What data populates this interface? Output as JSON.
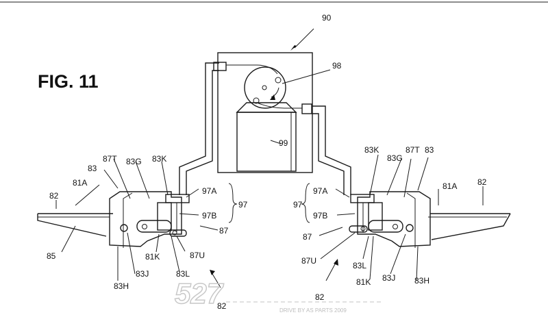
{
  "figure_title": "FIG. 11",
  "labels": {
    "l90": "90",
    "l98": "98",
    "l99": "99",
    "l83_left": "83",
    "l87T_left": "87T",
    "l83G_left": "83G",
    "l83K_left": "83K",
    "l81A_left": "81A",
    "l82_left": "82",
    "l85": "85",
    "l97A_left": "97A",
    "l97B_left": "97B",
    "l97_left": "97",
    "l87_left": "87",
    "l87U_left": "87U",
    "l81K_left": "81K",
    "l83J_left": "83J",
    "l83L_left": "83L",
    "l83H_left": "83H",
    "l82_bottom_left": "82",
    "l83K_right": "83K",
    "l83G_right": "83G",
    "l87T_right": "87T",
    "l83_right": "83",
    "l81A_right": "81A",
    "l82_right": "82",
    "l97_right": "97",
    "l97A_right": "97A",
    "l97B_right": "97B",
    "l87_right": "87",
    "l87U_right": "87U",
    "l83L_right": "83L",
    "l81K_right": "81K",
    "l83J_right": "83J",
    "l83H_right": "83H",
    "l82_bottom_right": "82"
  },
  "watermark": {
    "logo": "527",
    "tagline": "DRIVE BY AS PARTS 2009"
  }
}
